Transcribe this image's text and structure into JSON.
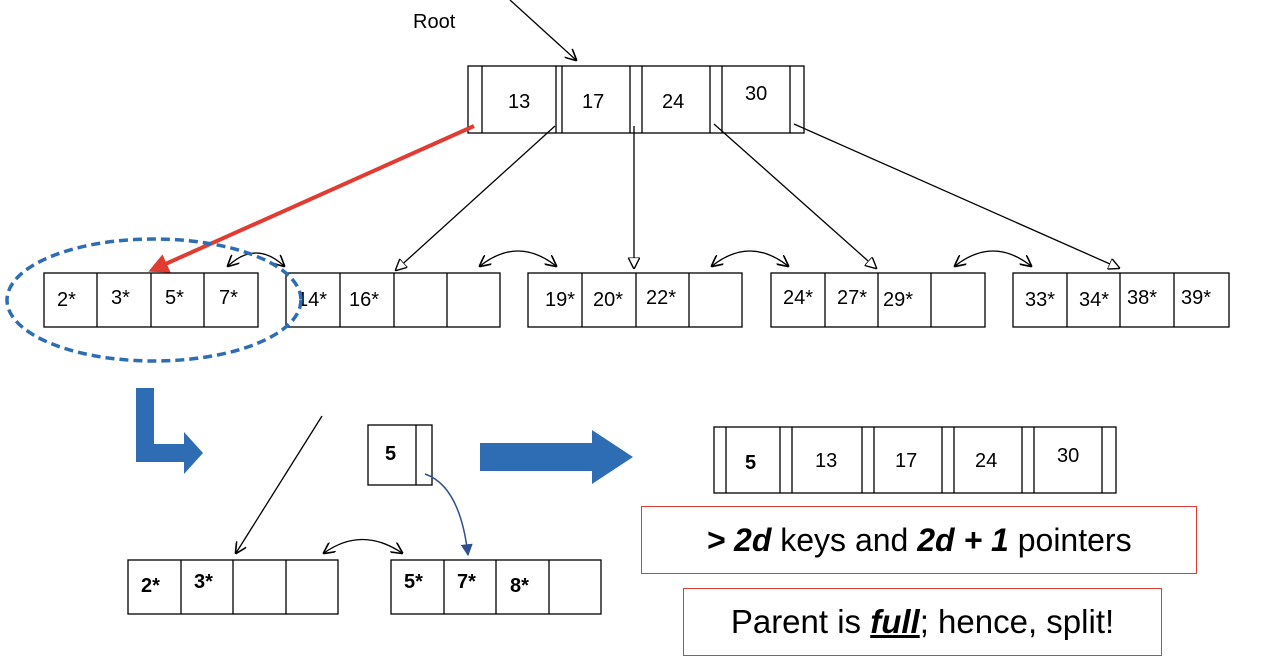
{
  "root_label": "Root",
  "root_keys": [
    "13",
    "17",
    "24",
    "30"
  ],
  "leaves": [
    [
      "2*",
      "3*",
      "5*",
      "7*"
    ],
    [
      "14*",
      "16*",
      "",
      ""
    ],
    [
      "19*",
      "20*",
      "22*",
      ""
    ],
    [
      "24*",
      "27*",
      "29*",
      ""
    ],
    [
      "33*",
      "34*",
      "38*",
      "39*"
    ]
  ],
  "split_left": [
    "2*",
    "3*",
    "",
    ""
  ],
  "split_right": [
    "5*",
    "7*",
    "8*",
    ""
  ],
  "pushed_key": "5",
  "new_root_keys": [
    "5",
    "13",
    "17",
    "24",
    "30"
  ],
  "note1": {
    "pre": "> 2d",
    "mid1": " keys and ",
    "em2": "2d + 1",
    "post": " pointers"
  },
  "note2": {
    "pre": "Parent is ",
    "em": "full",
    "post": "; hence, split!"
  },
  "colors": {
    "highlight_arrow": "#e03c31",
    "dashed_ellipse": "#2e6db4",
    "block_arrow": "#2e6db4",
    "curve": "#2f4f8f"
  }
}
